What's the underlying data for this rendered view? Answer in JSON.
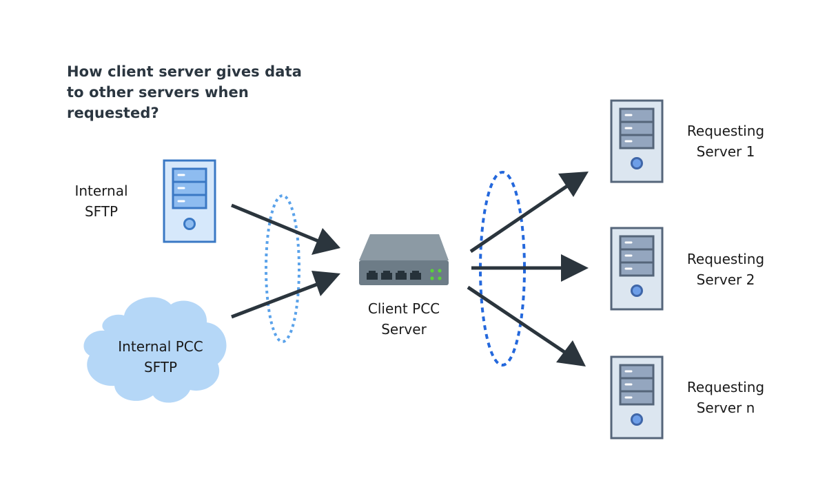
{
  "title": {
    "lines": [
      "How client server gives data",
      "to other servers when",
      "requested?"
    ]
  },
  "nodes": {
    "internal_sftp": {
      "lines": [
        "Internal",
        "SFTP"
      ],
      "icon": "server-tower-icon"
    },
    "internal_pcc_sftp": {
      "lines": [
        "Internal PCC",
        "SFTP"
      ],
      "icon": "cloud-icon"
    },
    "client_pcc_server": {
      "lines": [
        "Client PCC",
        "Server"
      ],
      "icon": "network-switch-icon"
    },
    "requesting_server_1": {
      "lines": [
        "Requesting",
        "Server 1"
      ],
      "icon": "server-tower-icon"
    },
    "requesting_server_2": {
      "lines": [
        "Requesting",
        "Server 2"
      ],
      "icon": "server-tower-icon"
    },
    "requesting_server_n": {
      "lines": [
        "Requesting",
        "Server n"
      ],
      "icon": "server-tower-icon"
    }
  },
  "edges": [
    {
      "from": "internal_sftp",
      "to": "client_pcc_server"
    },
    {
      "from": "internal_pcc_sftp",
      "to": "client_pcc_server"
    },
    {
      "from": "client_pcc_server",
      "to": "requesting_server_1"
    },
    {
      "from": "client_pcc_server",
      "to": "requesting_server_2"
    },
    {
      "from": "client_pcc_server",
      "to": "requesting_server_n"
    }
  ],
  "groupings": [
    {
      "name": "inbound-group",
      "style": "dotted",
      "color": "#5aa2ea"
    },
    {
      "name": "outbound-group",
      "style": "dashed",
      "color": "#2468dc"
    }
  ],
  "colors": {
    "title": "#2b3640",
    "arrow": "#2b353d",
    "internal_server_fill": "#d6e8fb",
    "internal_server_stroke": "#3a78c4",
    "internal_server_slot": "#8ebcf0",
    "requesting_server_fill": "#dce6f0",
    "requesting_server_stroke": "#55657a",
    "requesting_server_slot": "#94a6bf",
    "power_button": "#6d9ee8",
    "cloud": "#b5d7f7",
    "switch_top": "#8c9aa4",
    "switch_front": "#6d7c87",
    "switch_port": "#26323a",
    "switch_led": "#5ad23a"
  }
}
